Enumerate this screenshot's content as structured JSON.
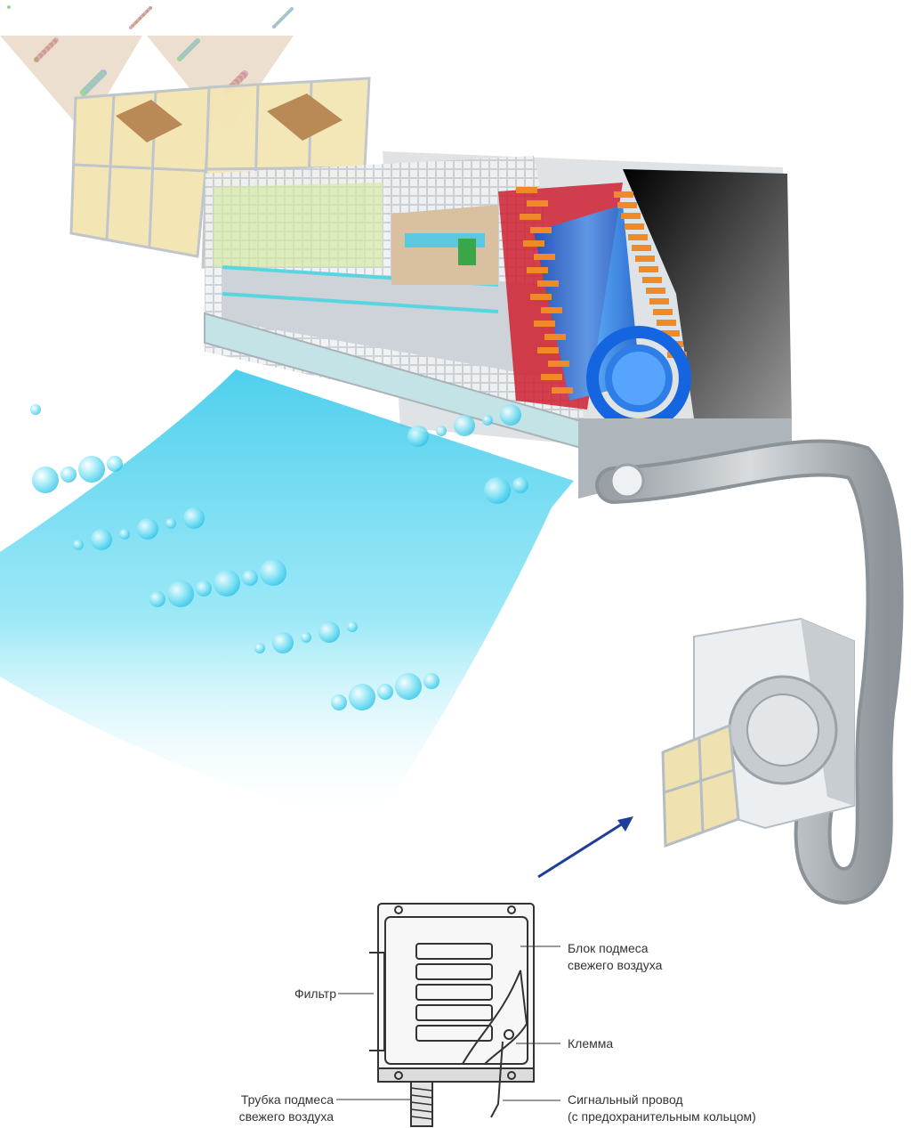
{
  "labels": {
    "filter": "Фильтр",
    "mix_block": [
      "Блок подмеса",
      "свежего воздуха"
    ],
    "clamp": "Клемма",
    "mix_tube": [
      "Трубка подмеса",
      "свежего воздуха"
    ],
    "signal_wire": [
      "Сигнальный провод",
      "(с предохранительным кольцом)"
    ]
  },
  "colors": {
    "airflow": "#3fd0ec",
    "coil_fin": "#f08a28",
    "fan_blue": "#1e6ad8",
    "arrow": "#1f3e9a",
    "housing": "#d6dbdf",
    "filter": "#f4e6b4"
  }
}
